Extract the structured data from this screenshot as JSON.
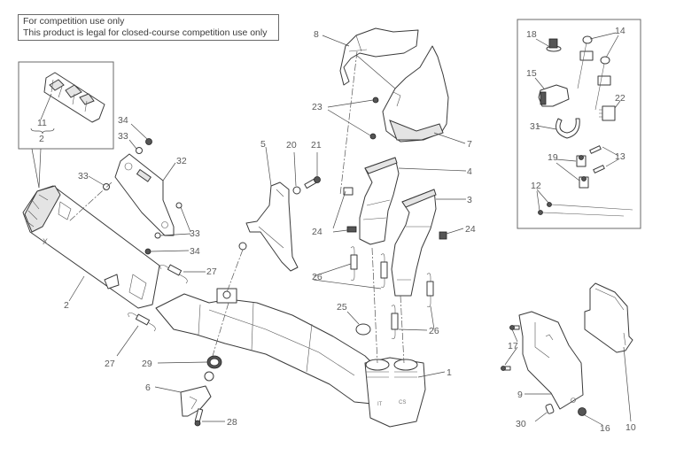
{
  "notice": {
    "line1": "For competition use only",
    "line2": "This product is legal for closed-course competition use only"
  },
  "diagram": {
    "title": "Exhaust system exploded view",
    "callouts": {
      "c1": "1",
      "c2_main": "2",
      "c2_inset": "2",
      "c3": "3",
      "c4": "4",
      "c5": "5",
      "c6": "6",
      "c7": "7",
      "c8": "8",
      "c9": "9",
      "c10": "10",
      "c11": "11",
      "c12": "12",
      "c13": "13",
      "c14": "14",
      "c15": "15",
      "c16": "16",
      "c17": "17",
      "c18": "18",
      "c19": "19",
      "c20": "20",
      "c21": "21",
      "c22": "22",
      "c23": "23",
      "c24_a": "24",
      "c24_b": "24",
      "c25": "25",
      "c26_a": "26",
      "c26_b": "26",
      "c27_a": "27",
      "c27_b": "27",
      "c28": "28",
      "c29": "29",
      "c30": "30",
      "c31": "31",
      "c32": "32",
      "c33_a": "33",
      "c33_b": "33",
      "c33_c": "33",
      "c34_a": "34",
      "c34_b": "34"
    }
  }
}
